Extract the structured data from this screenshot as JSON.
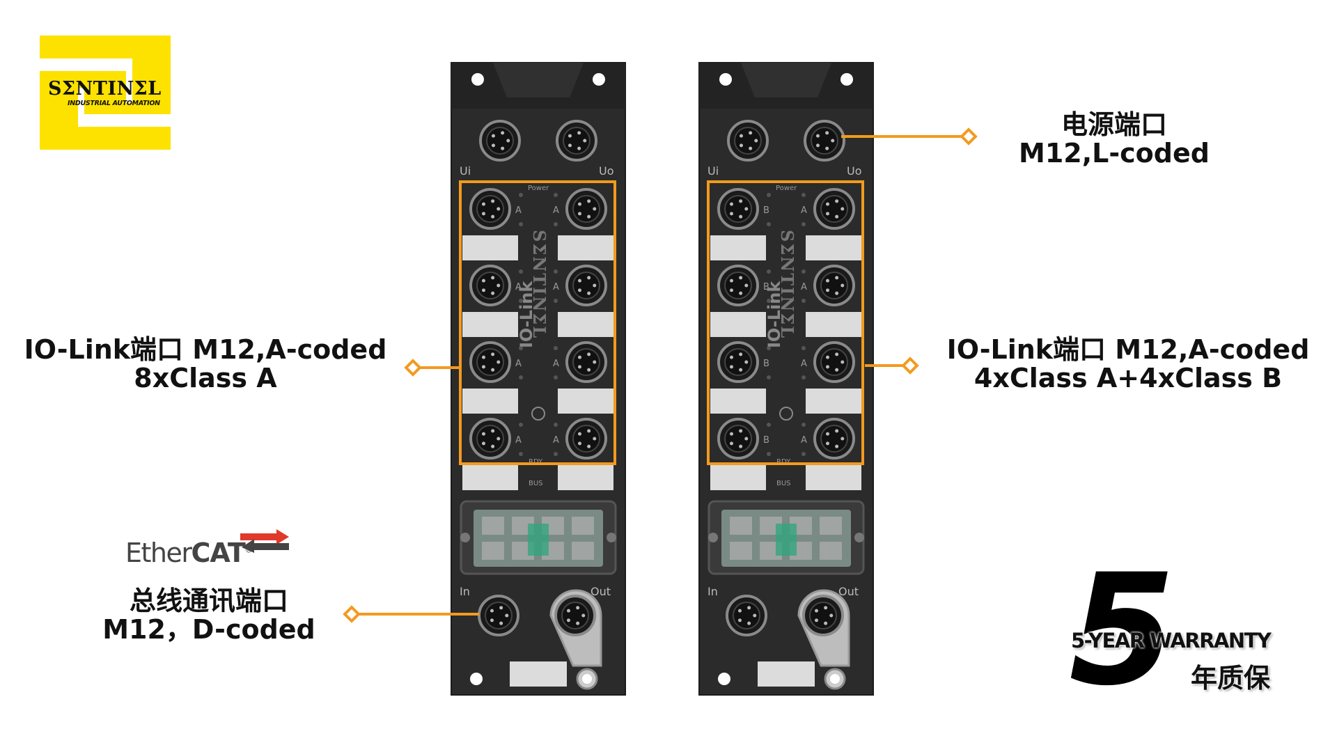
{
  "logo": {
    "brand": "SΣNTINΣL",
    "subtitle": "INDUSTRIAL AUTOMATION",
    "bg_color": "#fde200"
  },
  "callouts": {
    "power": {
      "line1": "电源端口",
      "line2": "M12,L-coded"
    },
    "iolink_left": {
      "line1": "IO-Link端口 M12,A-coded",
      "line2": "8xClass A"
    },
    "iolink_right": {
      "line1": "IO-Link端口 M12,A-coded",
      "line2": "4xClass A+4xClass B"
    },
    "bus": {
      "line1": "总线通讯端口",
      "line2": "M12，D-coded"
    }
  },
  "ethercat": {
    "light": "Ether",
    "bold": "CAT",
    "reg": "®"
  },
  "warranty": {
    "digit": "5",
    "text": "5-YEAR WARRANTY",
    "cn": "年质保"
  },
  "device_labels": {
    "ui": "Ui",
    "uo": "Uo",
    "power": "Power",
    "rdy": "RDY",
    "bus": "BUS",
    "in": "In",
    "out": "Out",
    "brand_vertical": "SΣNTINΣL",
    "iolink_vertical": "IO-Link"
  },
  "devices": [
    {
      "port_class": [
        "A",
        "A",
        "A",
        "A",
        "A",
        "A",
        "A",
        "A"
      ]
    },
    {
      "port_class": [
        "B",
        "B",
        "B",
        "B",
        "A",
        "A",
        "A",
        "A"
      ]
    }
  ],
  "colors": {
    "accent": "#f39a1e",
    "device_body": "#2b2b2b"
  }
}
